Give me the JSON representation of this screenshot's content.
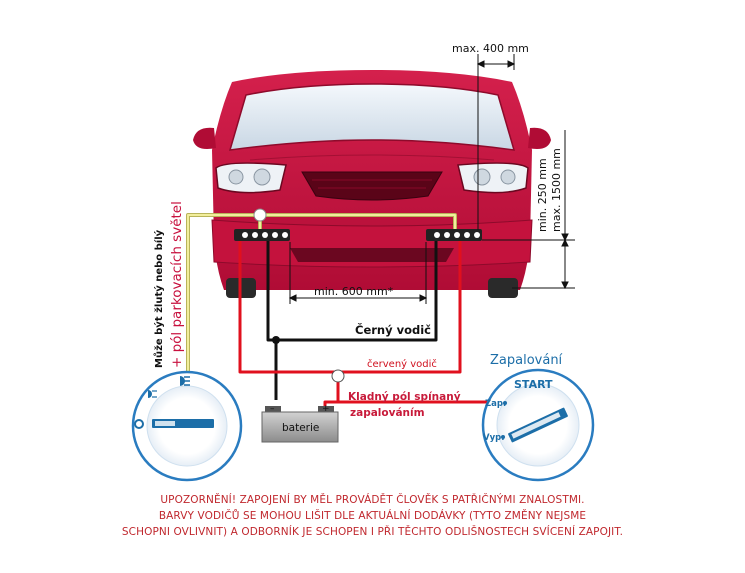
{
  "dimensions": {
    "max_width": "max. 400 mm",
    "min_height": "min.  250 mm",
    "max_height": "max. 1500 mm",
    "min_spacing": "min. 600 mm*"
  },
  "wires": {
    "black": "Černý vodič",
    "red": "červený vodič",
    "positive_switched_1": "Kladný pól spínaný",
    "positive_switched_2": "zapalováním",
    "yellow_white": "Může být žlutý nebo bílý",
    "parking_lights": "+ pól parkovacích světel"
  },
  "battery": {
    "label": "baterie"
  },
  "ignition": {
    "title": "Zapalování",
    "start": "START",
    "on": "Zap.",
    "off": "Vyp."
  },
  "warning": [
    "UPOZORNĚNÍ! ZAPOJENÍ BY MĚL PROVÁDĚT ČLOVĚK S PATŘIČNÝMI ZNALOSTMI.",
    "BARVY VODIČŮ SE MOHOU LIŠIT DLE AKTUÁLNÍ DODÁVKY (TYTO ZMĚNY NEJSME",
    "SCHOPNI OVLIVNIT) A ODBORNÍK JE SCHOPEN I PŘI TĚCHTO ODLIŠNOSTECH SVÍCENÍ ZAPOJIT."
  ],
  "colors": {
    "car_body": "#c8103e",
    "car_dark": "#8e0a2b",
    "red_wire": "#e0101e",
    "black_wire": "#111111",
    "yellow_wire": "#e8e48a",
    "accent_blue": "#1c6ea8",
    "warning_red": "#c0282e"
  }
}
